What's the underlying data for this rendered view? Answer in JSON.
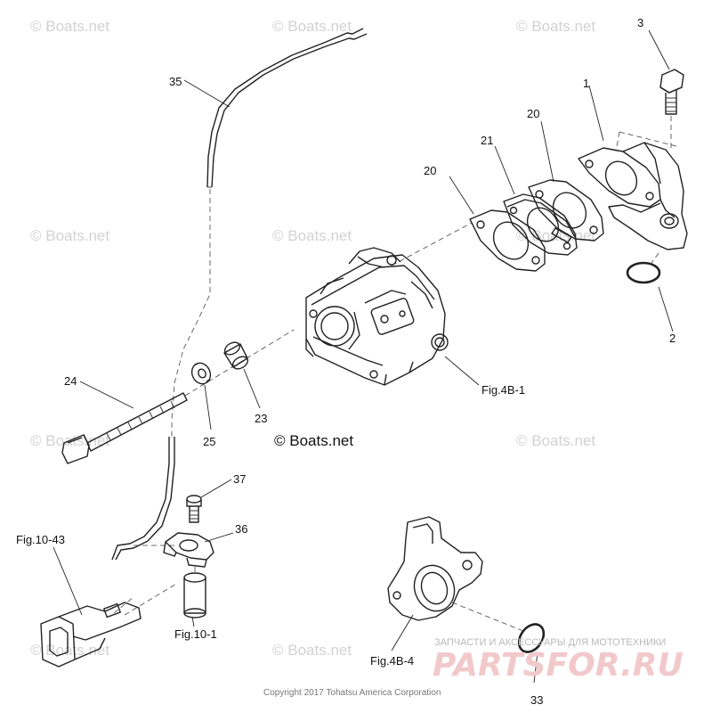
{
  "watermark": "© Boats.net",
  "center_watermark": "© Boats.net",
  "copyright": "Copyright 2017 Tohatsu America Corporation",
  "shop_tagline": "ЗАПЧАСТИ И АКСЕССУАРЫ ДЛЯ МОТОТЕХНИКИ",
  "shop_brand": "PARTSFOR.RU",
  "callouts": {
    "p1": "1",
    "p2": "2",
    "p3": "3",
    "p20a": "20",
    "p20b": "20",
    "p21": "21",
    "p23": "23",
    "p24": "24",
    "p25": "25",
    "p33": "33",
    "p35": "35",
    "p36": "36",
    "p37": "37"
  },
  "references": {
    "fig4b1": "Fig.4B-1",
    "fig4b4": "Fig.4B-4",
    "fig1043": "Fig.10-43",
    "fig101": "Fig.10-1"
  },
  "colors": {
    "line": "#222222",
    "watermark": "#d2d2d2",
    "brand": "#f2c9cb"
  }
}
